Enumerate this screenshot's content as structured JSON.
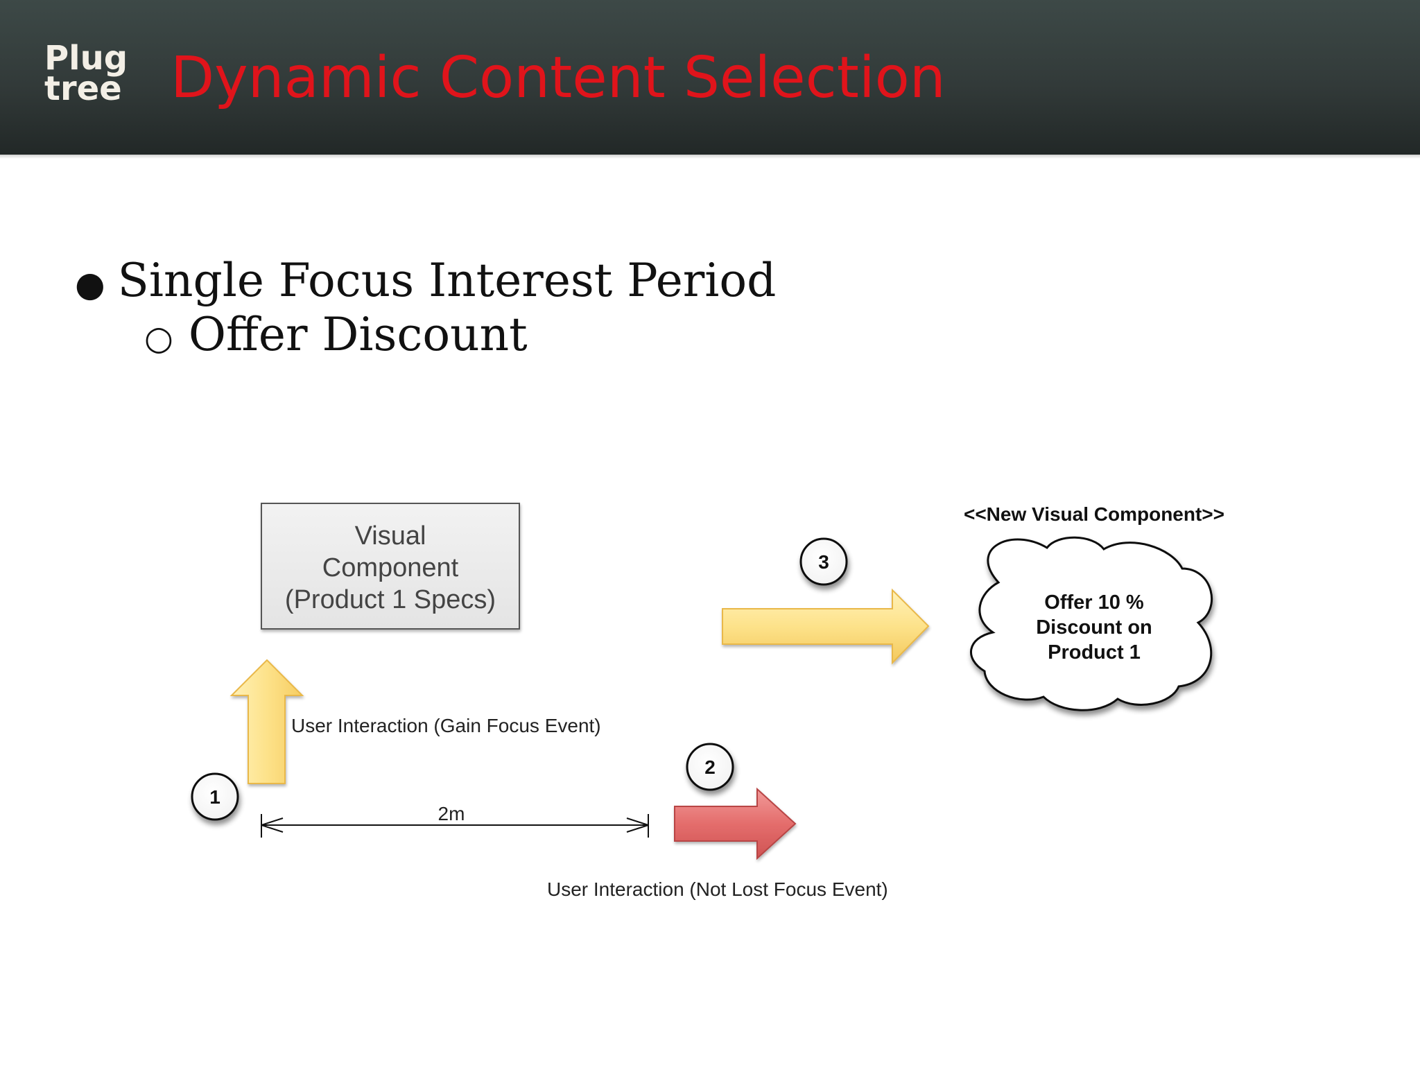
{
  "logo": {
    "line1": "Plug",
    "line2": "tree"
  },
  "title": "Dynamic Content Selection",
  "bullets": {
    "level1": "Single Focus Interest Period",
    "level2": "Offer Discount",
    "marker1": "●",
    "marker2": "○"
  },
  "diagram": {
    "box_label_line1": "Visual",
    "box_label_line2": "Component",
    "box_label_line3": "(Product 1 Specs)",
    "gain_focus_label": "User Interaction (Gain Focus Event)",
    "not_lost_focus_label": "User Interaction (Not Lost Focus Event)",
    "distance_label": "2m",
    "step1": "1",
    "step2": "2",
    "step3": "3",
    "new_component_label": "<<New Visual Component>>",
    "cloud_line1": "Offer 10 %",
    "cloud_line2": "Discount on",
    "cloud_line3": "Product 1"
  },
  "colors": {
    "header_bg": "#323a39",
    "title": "#e0141b",
    "arrow_yellow": "#fde38e",
    "arrow_red": "#e2696a"
  }
}
